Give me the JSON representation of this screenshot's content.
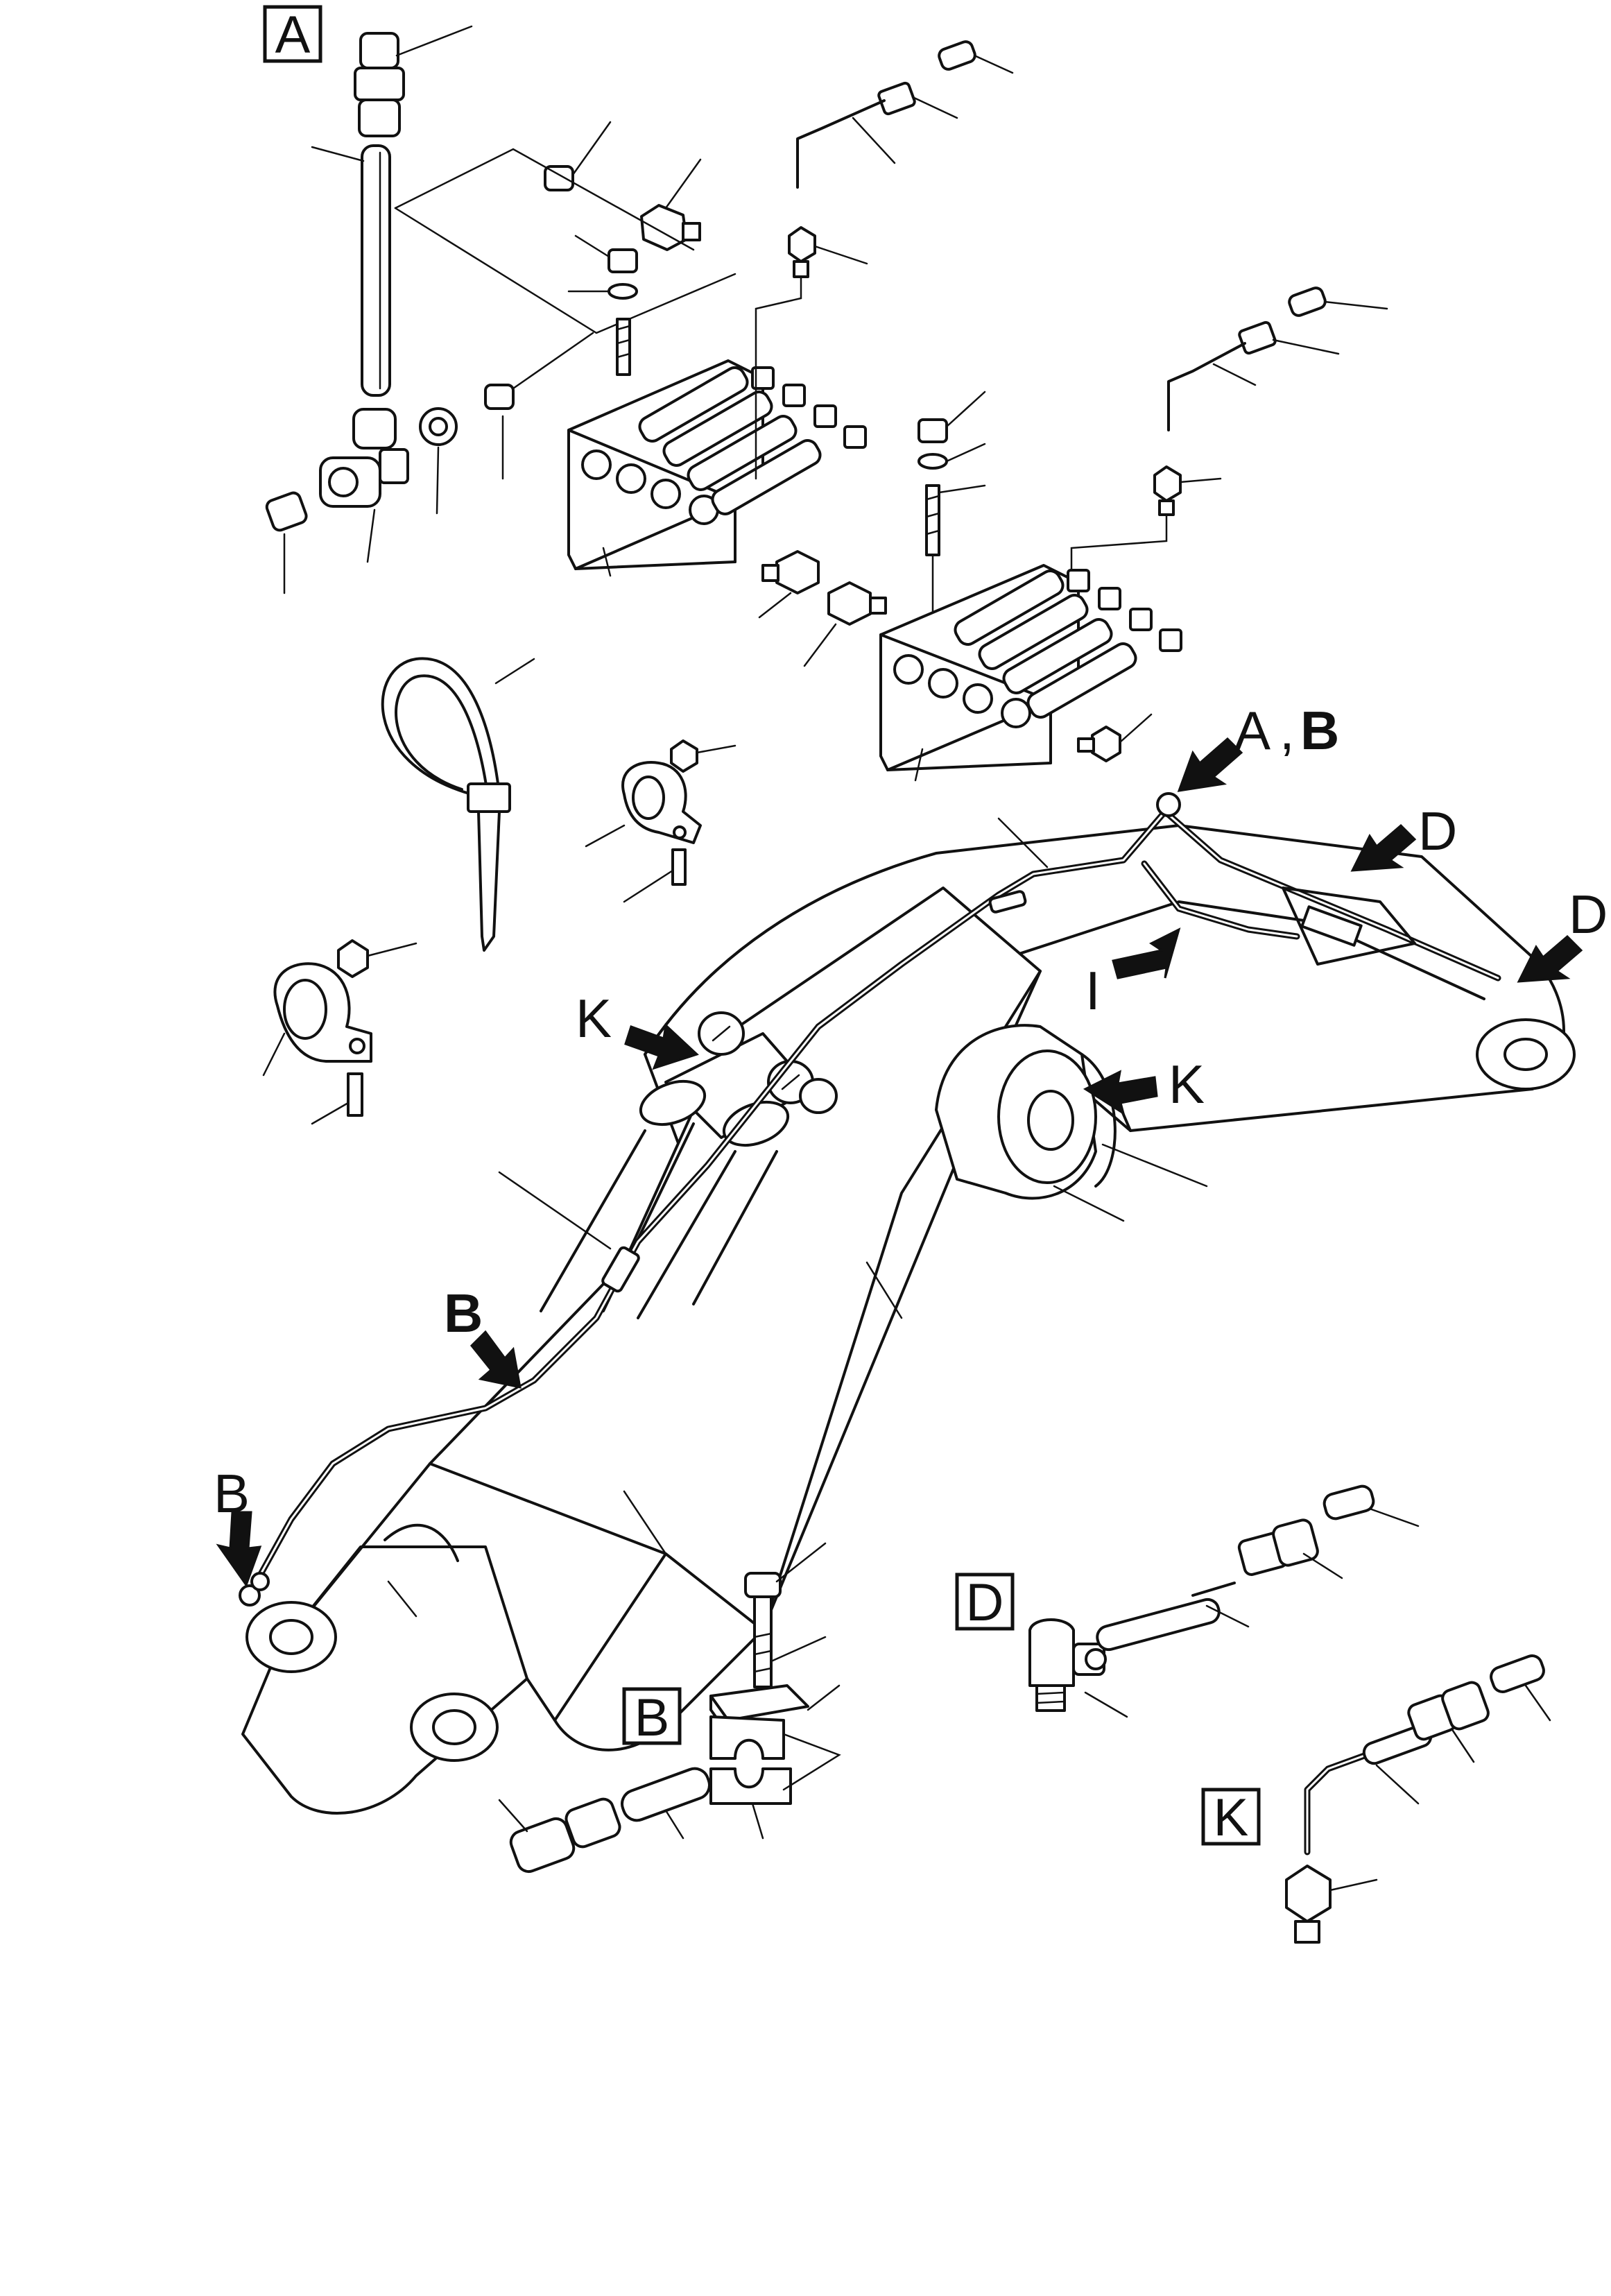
{
  "callouts": {
    "detail_a": "A",
    "detail_b": "B",
    "detail_d": "D",
    "detail_k": "K"
  },
  "arrows": {
    "a_comma": "A",
    "comma": ",",
    "b_bold": "B",
    "d_upper": "D",
    "d_right": "D",
    "i_label": "I",
    "k_left": "K",
    "k_right": "K",
    "b_mid": "B",
    "b_left": "B"
  }
}
